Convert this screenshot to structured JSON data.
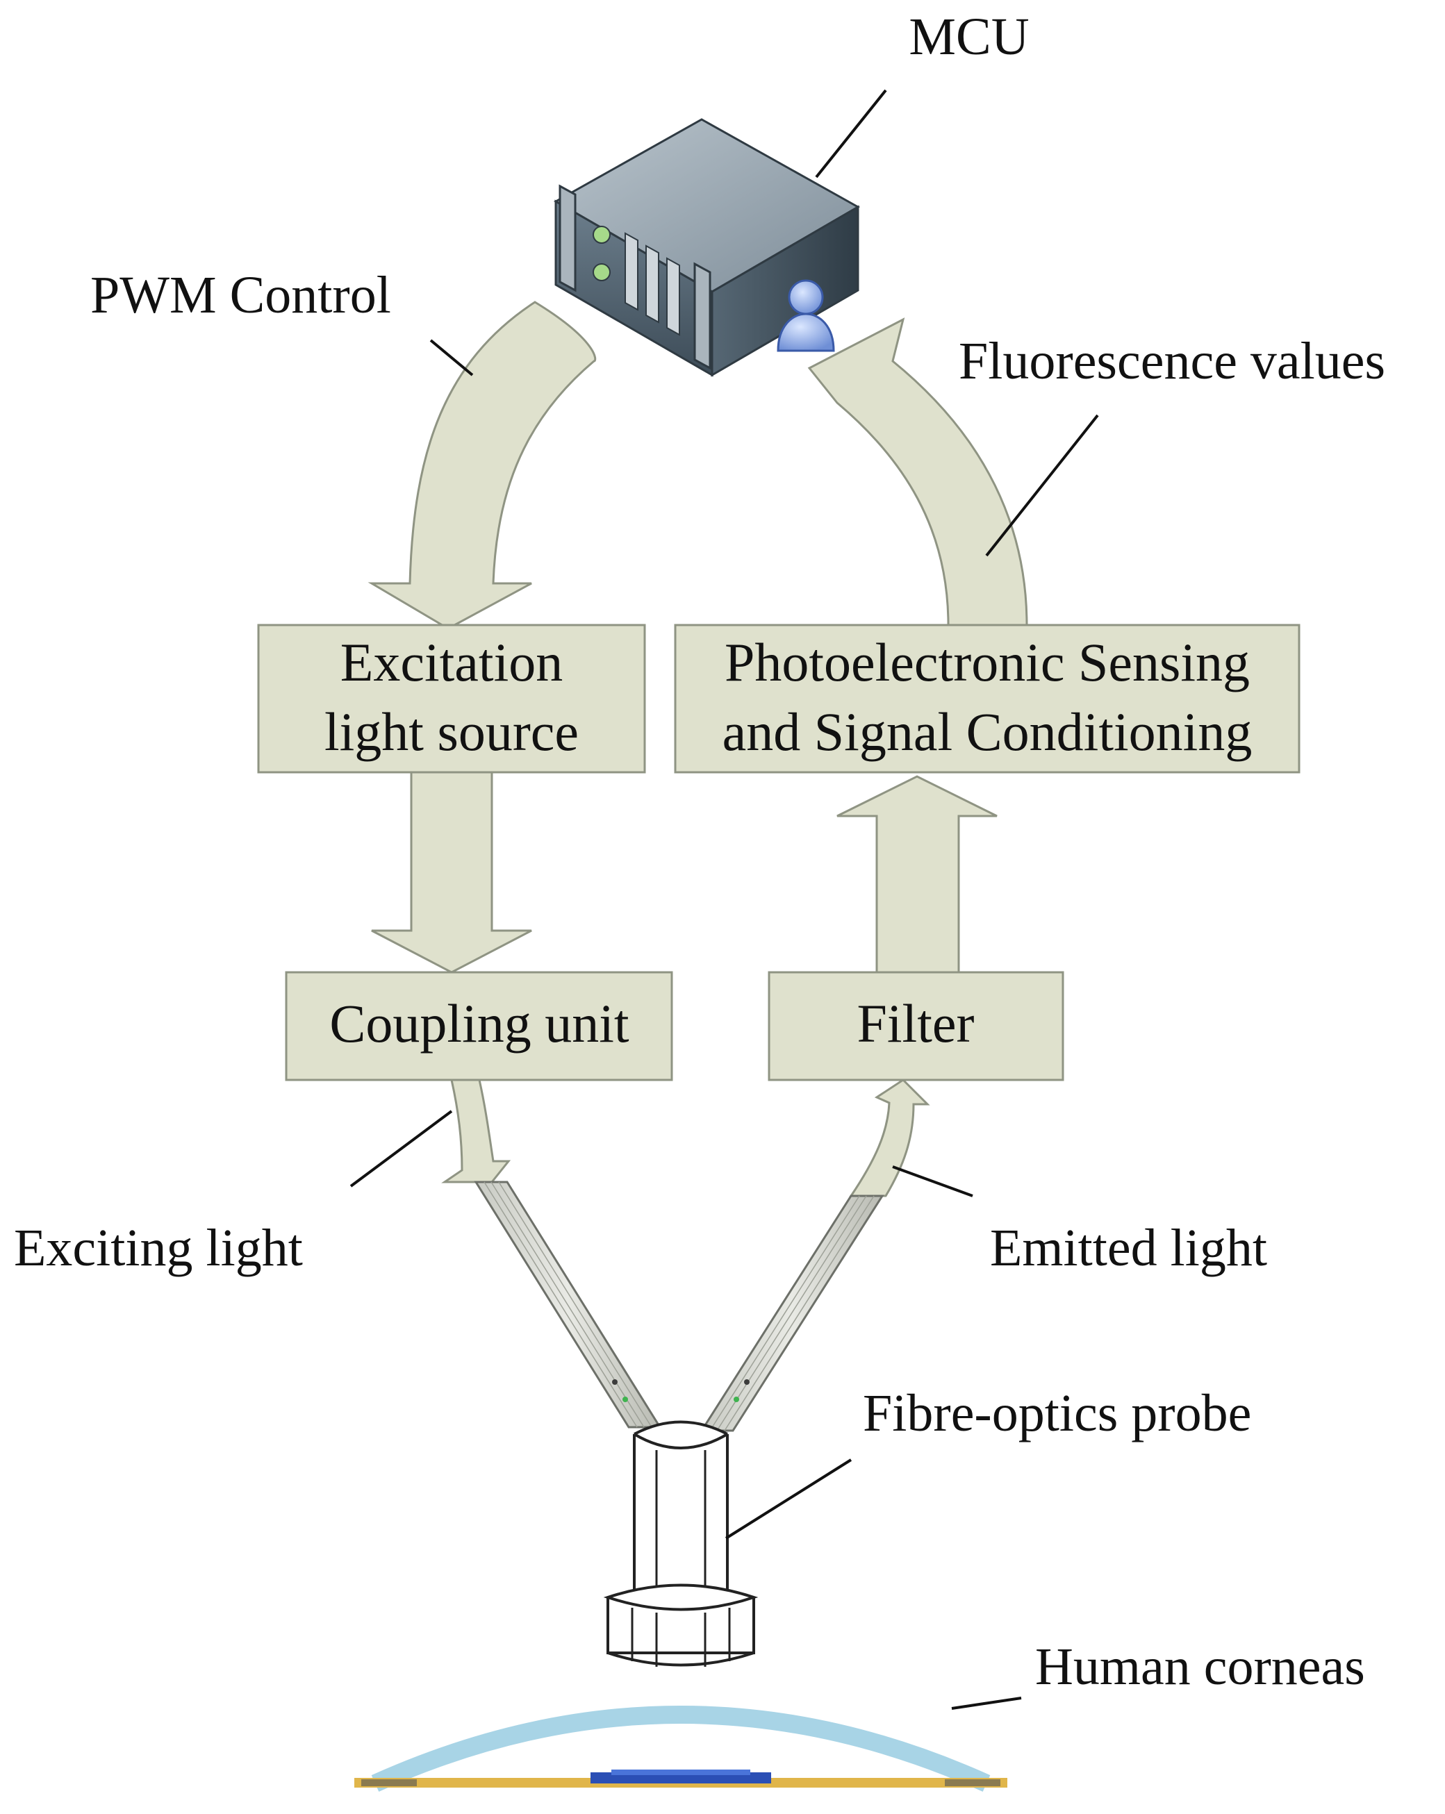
{
  "labels": {
    "mcu": "MCU",
    "pwm_control": "PWM Control",
    "fluorescence_values": "Fluorescence values",
    "exciting_light": "Exciting light",
    "emitted_light": "Emitted light",
    "fibre_optics_probe": "Fibre-optics probe",
    "human_corneas": "Human corneas"
  },
  "boxes": {
    "excitation": {
      "line1": "Excitation",
      "line2": "light source"
    },
    "photo": {
      "line1": "Photoelectronic Sensing",
      "line2": "and Signal Conditioning"
    },
    "coupling": {
      "line1": "Coupling unit"
    },
    "filter": {
      "line1": "Filter"
    }
  },
  "colors": {
    "arrow_fill": "#dfe1cd",
    "arrow_stroke": "#8f9483",
    "box_fill": "#dfe1cd",
    "box_stroke": "#8f9483",
    "cornea": "#a8d4e6",
    "base": "#e0b54a",
    "sample": "#2b4fb5"
  },
  "icons": {
    "mcu": "server-user-icon",
    "probe": "fibre-optic-probe-icon",
    "cornea": "cornea-icon"
  }
}
